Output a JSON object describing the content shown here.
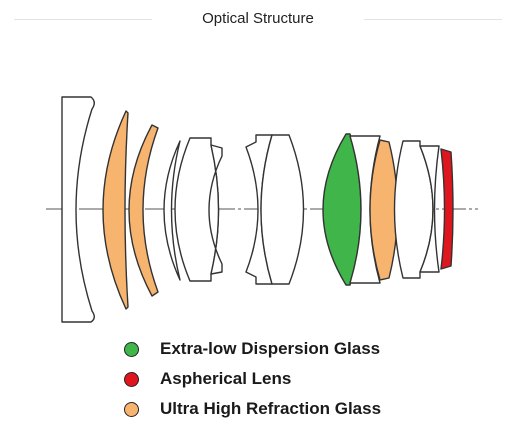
{
  "title": "Optical Structure",
  "colors": {
    "ed_glass": "#3fb54a",
    "aspherical": "#e0161f",
    "uhr_glass": "#f7b46f",
    "plain_glass": "#ffffff",
    "outline": "#333333",
    "axis": "#555555"
  },
  "legend": [
    {
      "label": "Extra-low Dispersion Glass",
      "color": "#3fb54a"
    },
    {
      "label": "Aspherical Lens",
      "color": "#e0161f"
    },
    {
      "label": "Ultra High Refraction Glass",
      "color": "#f7b46f"
    }
  ],
  "lens_count": 13
}
